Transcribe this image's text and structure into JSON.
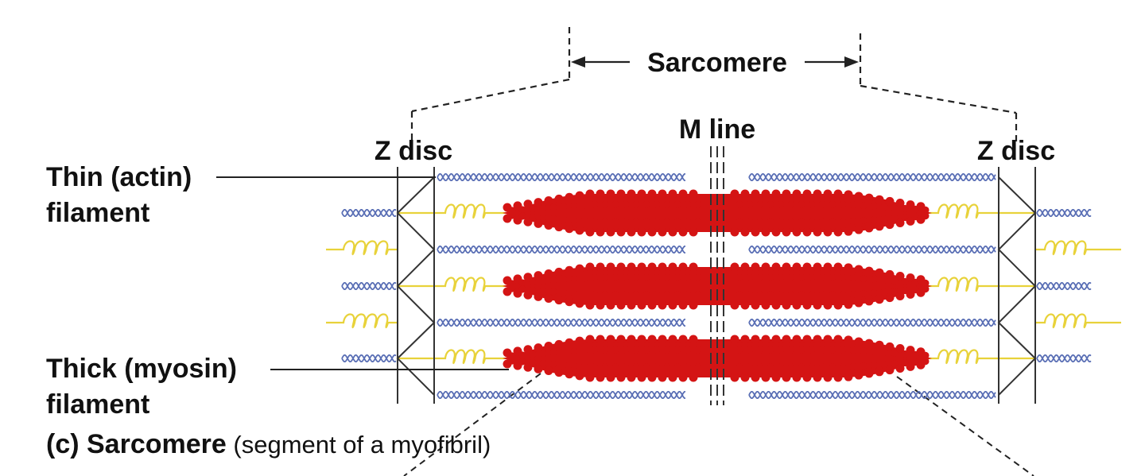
{
  "labels": {
    "sarcomere": "Sarcomere",
    "m_line": "M line",
    "z_disc_left": "Z disc",
    "z_disc_right": "Z disc",
    "thin_line1": "Thin (actin)",
    "thin_line2": "filament",
    "thick_line1": "Thick (myosin)",
    "thick_line2": "filament"
  },
  "caption": {
    "bold": "(c) Sarcomere",
    "normal": " (segment of a myofibril)"
  },
  "colors": {
    "actin": "#5a6fb5",
    "myosin": "#d41414",
    "titin": "#e8d23a",
    "line": "#333333",
    "text": "#111111"
  }
}
